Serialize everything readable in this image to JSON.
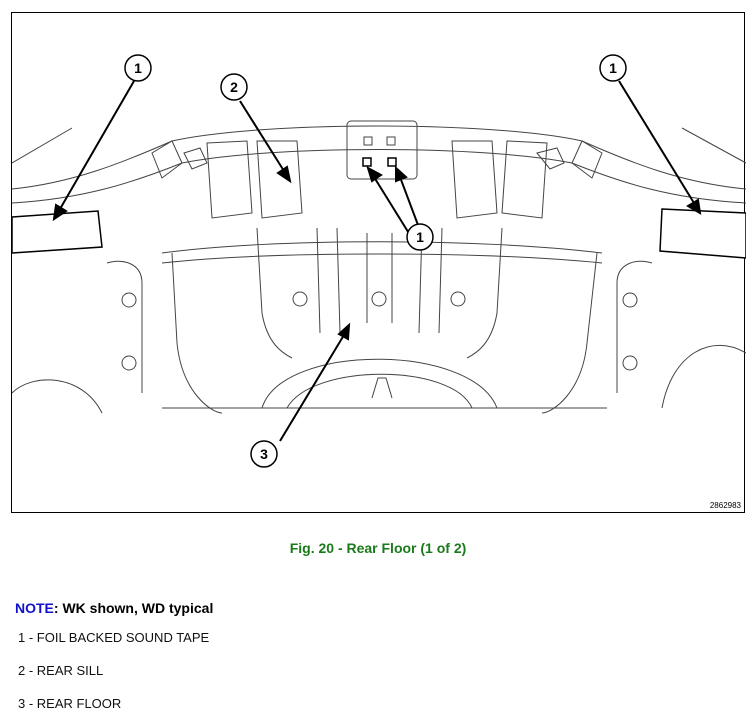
{
  "figure": {
    "id": "2862983",
    "callouts": [
      "1",
      "2",
      "1",
      "1",
      "3"
    ]
  },
  "caption": "Fig. 20 - Rear Floor (1 of 2)",
  "note": {
    "label": "NOTE",
    "text": ":  WK shown, WD typical"
  },
  "legend": [
    "1 - FOIL BACKED SOUND TAPE",
    "2 - REAR SILL",
    "3 - REAR FLOOR"
  ]
}
